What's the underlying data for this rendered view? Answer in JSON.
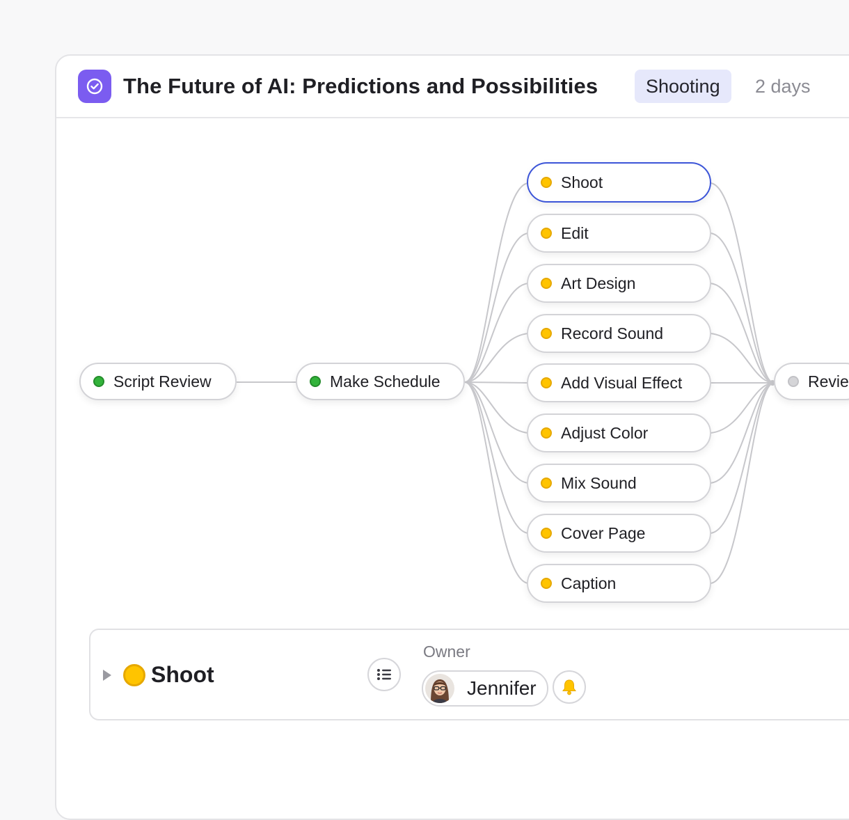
{
  "project": {
    "title": "The Future of AI: Predictions and Possibilities",
    "stage": "Shooting",
    "duration": "2 days",
    "icon": "check-circle-icon",
    "accent_color": "#7b5cf0"
  },
  "workflow": {
    "nodes": {
      "script_review": {
        "label": "Script Review",
        "status": "done"
      },
      "make_schedule": {
        "label": "Make Schedule",
        "status": "done"
      },
      "shoot": {
        "label": "Shoot",
        "status": "in-progress",
        "selected": true
      },
      "edit": {
        "label": "Edit",
        "status": "in-progress"
      },
      "art_design": {
        "label": "Art Design",
        "status": "in-progress"
      },
      "record_sound": {
        "label": "Record Sound",
        "status": "in-progress"
      },
      "add_visual_effect": {
        "label": "Add Visual Effect",
        "status": "in-progress"
      },
      "adjust_color": {
        "label": "Adjust Color",
        "status": "in-progress"
      },
      "mix_sound": {
        "label": "Mix Sound",
        "status": "in-progress"
      },
      "cover_page": {
        "label": "Cover Page",
        "status": "in-progress"
      },
      "caption": {
        "label": "Caption",
        "status": "in-progress"
      },
      "review": {
        "label": "Revie",
        "status": "not-started"
      }
    },
    "status_colors": {
      "done": "#33b33b",
      "in-progress": "#ffc400",
      "not-started": "#d5d5d8",
      "selected_border": "#3c55d8"
    }
  },
  "detail": {
    "task_name": "Shoot",
    "owner_label": "Owner",
    "owner_name": "Jennifer",
    "icons": [
      "caret-right-icon",
      "list-icon",
      "bell-icon"
    ]
  }
}
